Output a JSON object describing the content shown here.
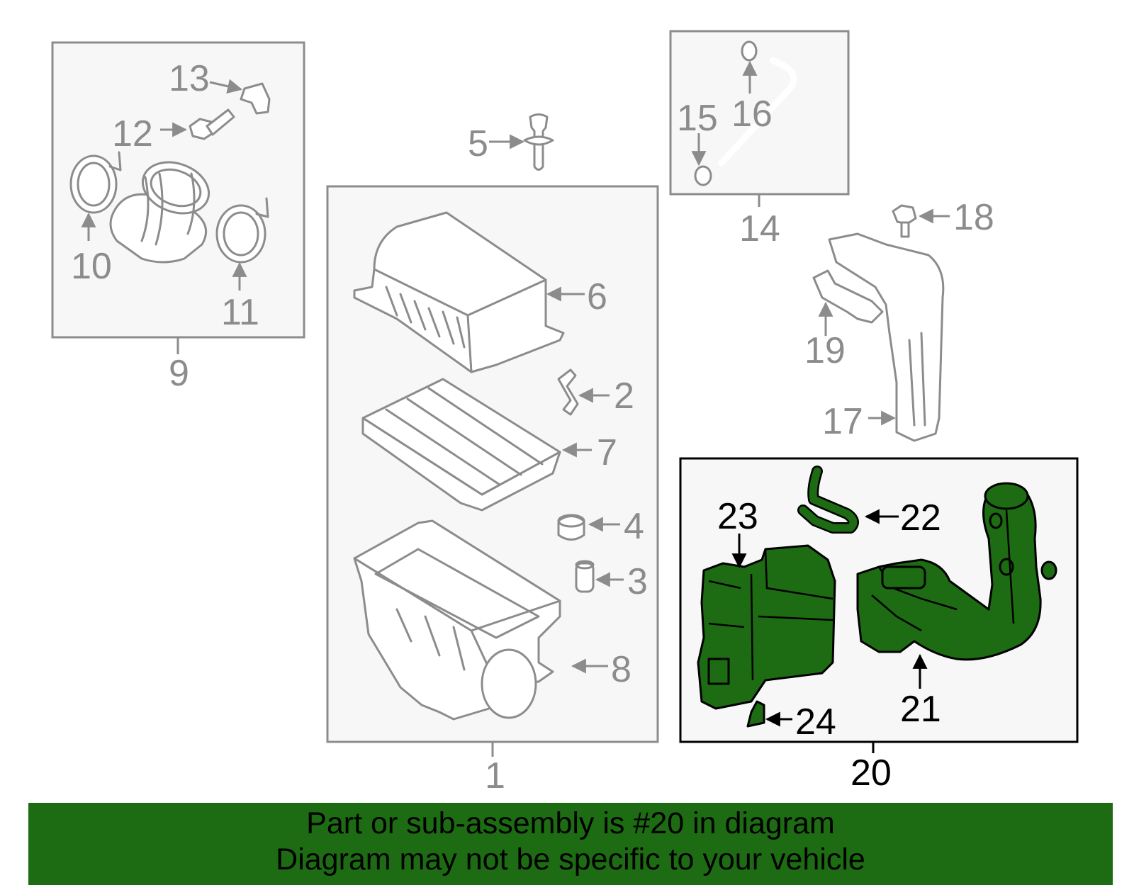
{
  "diagram": {
    "highlight_color": "#1d6b12",
    "label_color": "#8c8c8c",
    "highlight_label_color": "#000000",
    "part_labels": {
      "p1": "1",
      "p2": "2",
      "p3": "3",
      "p4": "4",
      "p5": "5",
      "p6": "6",
      "p7": "7",
      "p8": "8",
      "p9": "9",
      "p10": "10",
      "p11": "11",
      "p12": "12",
      "p13": "13",
      "p14": "14",
      "p15": "15",
      "p16": "16",
      "p17": "17",
      "p18": "18",
      "p19": "19",
      "p20": "20",
      "p21": "21",
      "p22": "22",
      "p23": "23",
      "p24": "24"
    }
  },
  "banner": {
    "line1": "Part or sub-assembly is #20 in diagram",
    "line2": "Diagram may not be specific to your vehicle",
    "background": "#1d6b12"
  }
}
